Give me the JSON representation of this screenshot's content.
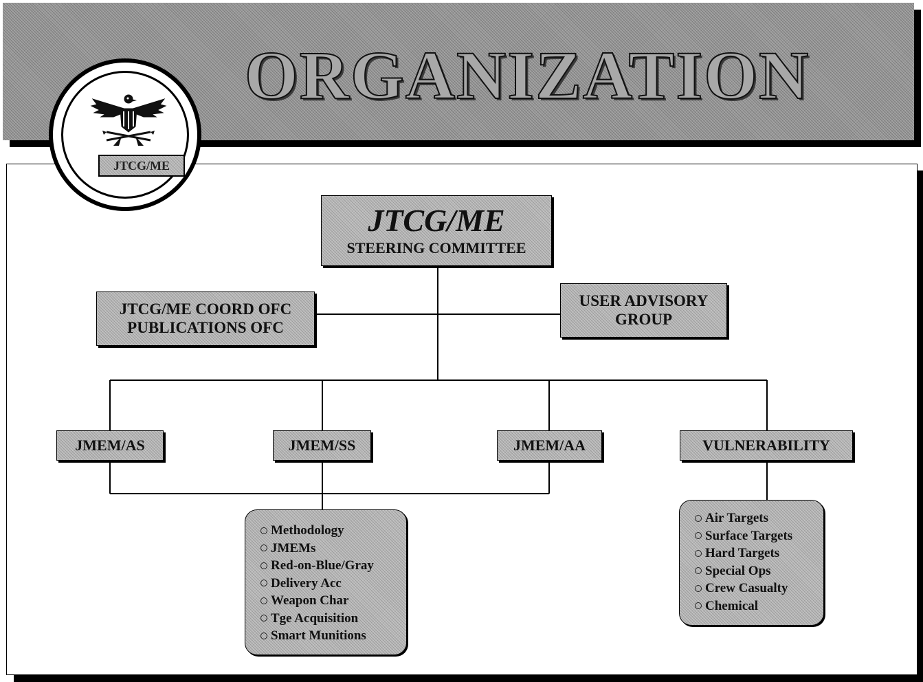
{
  "banner": {
    "title": "ORGANIZATION"
  },
  "seal": {
    "label": "JTCG/ME",
    "emblem": "eagle-emblem-icon"
  },
  "chart": {
    "steering": {
      "title": "JTCG/ME",
      "subtitle": "STEERING COMMITTEE"
    },
    "coord_office": {
      "line1": "JTCG/ME COORD OFC",
      "line2": "PUBLICATIONS OFC"
    },
    "user_advisory": {
      "line1": "USER ADVISORY",
      "line2": "GROUP"
    },
    "groups": {
      "as": "JMEM/AS",
      "ss": "JMEM/SS",
      "aa": "JMEM/AA",
      "vulnerability": "VULNERABILITY"
    },
    "jmem_topics": [
      "Methodology",
      "JMEMs",
      "Red-on-Blue/Gray",
      "Delivery Acc",
      "Weapon Char",
      "Tge Acquisition",
      "Smart Munitions"
    ],
    "vulnerability_topics": [
      "Air Targets",
      "Surface Targets",
      "Hard Targets",
      "Special Ops",
      "Crew Casualty",
      "Chemical"
    ]
  },
  "colors": {
    "box_fill": "#b9b9b9",
    "banner_fill": "#9a9a9a",
    "line": "#000000"
  }
}
